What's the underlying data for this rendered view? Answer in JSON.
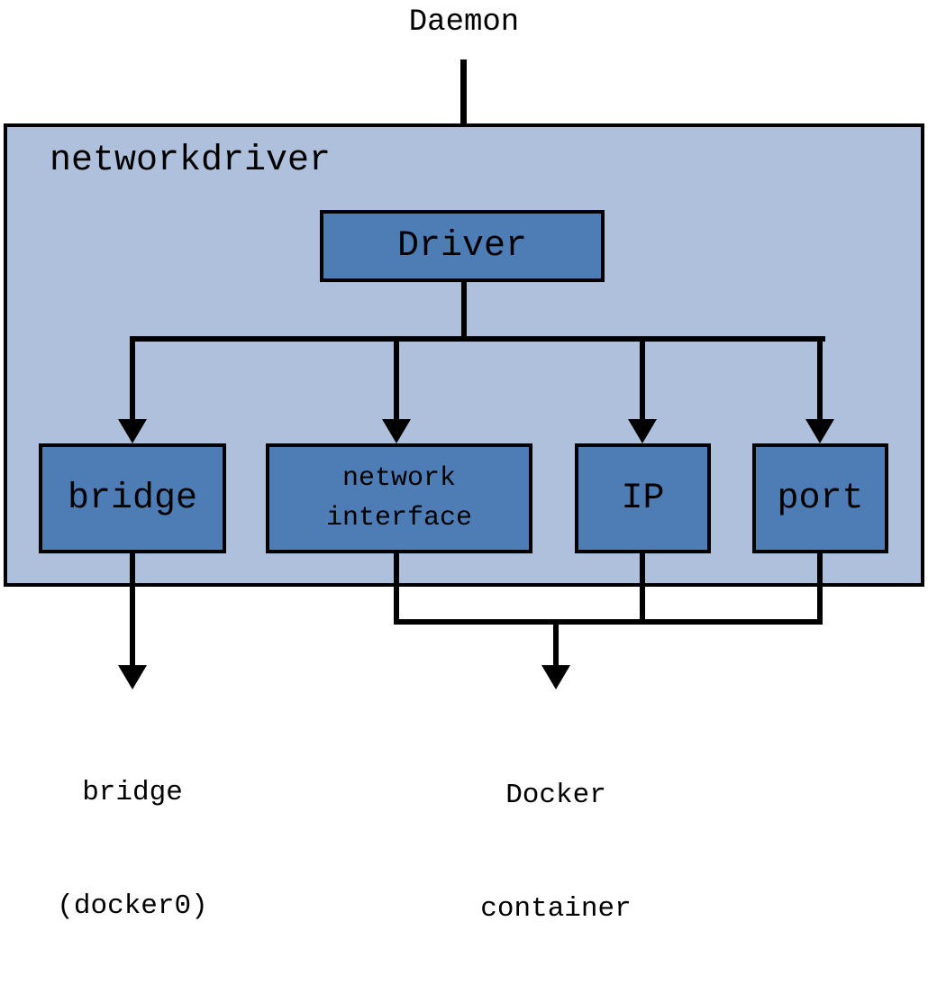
{
  "diagram_title": "Docker networkdriver architecture",
  "colors": {
    "background": "#ffffff",
    "container_fill": "#aec0db",
    "node_fill": "#4e7db6",
    "line": "#000000",
    "text": "#000000"
  },
  "labels": {
    "daemon": "Daemon",
    "group": "networkdriver",
    "driver": "Driver",
    "bridge": "bridge",
    "network_interface_line1": "network",
    "network_interface_line2": "interface",
    "ip": "IP",
    "port": "port",
    "bridge_output_line1": "bridge",
    "bridge_output_line2": "(docker0)",
    "docker_output_line1": "Docker",
    "docker_output_line2": "container"
  },
  "edges": [
    {
      "from": "Daemon",
      "to": "Driver"
    },
    {
      "from": "Driver",
      "to": "bridge"
    },
    {
      "from": "Driver",
      "to": "network interface"
    },
    {
      "from": "Driver",
      "to": "IP"
    },
    {
      "from": "Driver",
      "to": "port"
    },
    {
      "from": "bridge",
      "to": "bridge (docker0)"
    },
    {
      "from": "network interface",
      "to": "Docker container"
    },
    {
      "from": "IP",
      "to": "Docker container"
    },
    {
      "from": "port",
      "to": "Docker container"
    }
  ]
}
